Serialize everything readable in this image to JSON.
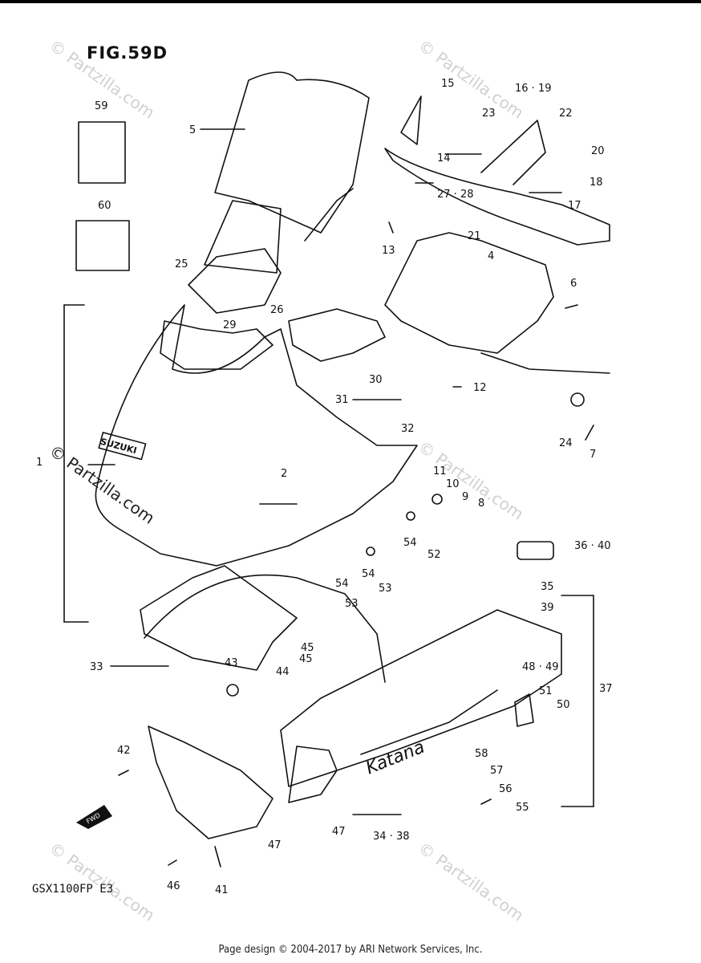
{
  "figure": {
    "title": "FIG.59D",
    "model": "GSX1100FP  E3",
    "footer": "Page design © 2004-2017 by ARI Network Services, Inc.",
    "watermark": "© Partzilla.com",
    "fwd_label": "FWD"
  },
  "callouts": [
    {
      "id": "c59",
      "label": "59"
    },
    {
      "id": "c60",
      "label": "60"
    },
    {
      "id": "c5",
      "label": "5"
    },
    {
      "id": "c15",
      "label": "15"
    },
    {
      "id": "c16_19",
      "label": "16 · 19"
    },
    {
      "id": "c23",
      "label": "23"
    },
    {
      "id": "c22",
      "label": "22"
    },
    {
      "id": "c20",
      "label": "20"
    },
    {
      "id": "c18",
      "label": "18"
    },
    {
      "id": "c14",
      "label": "14"
    },
    {
      "id": "c27_28",
      "label": "27 · 28"
    },
    {
      "id": "c17",
      "label": "17"
    },
    {
      "id": "c21",
      "label": "21"
    },
    {
      "id": "c13",
      "label": "13"
    },
    {
      "id": "c4",
      "label": "4"
    },
    {
      "id": "c6",
      "label": "6"
    },
    {
      "id": "c25",
      "label": "25"
    },
    {
      "id": "c26",
      "label": "26"
    },
    {
      "id": "c29",
      "label": "29"
    },
    {
      "id": "c12",
      "label": "12"
    },
    {
      "id": "c30",
      "label": "30"
    },
    {
      "id": "c31",
      "label": "31"
    },
    {
      "id": "c32",
      "label": "32"
    },
    {
      "id": "c24",
      "label": "24"
    },
    {
      "id": "c7",
      "label": "7"
    },
    {
      "id": "c1",
      "label": "1"
    },
    {
      "id": "c2",
      "label": "2"
    },
    {
      "id": "c11",
      "label": "11"
    },
    {
      "id": "c10",
      "label": "10"
    },
    {
      "id": "c9",
      "label": "9"
    },
    {
      "id": "c8",
      "label": "8"
    },
    {
      "id": "c54a",
      "label": "54"
    },
    {
      "id": "c52",
      "label": "52"
    },
    {
      "id": "c36_40",
      "label": "36 · 40"
    },
    {
      "id": "c54b",
      "label": "54"
    },
    {
      "id": "c53a",
      "label": "53"
    },
    {
      "id": "c54c",
      "label": "54"
    },
    {
      "id": "c53b",
      "label": "53"
    },
    {
      "id": "c35",
      "label": "35"
    },
    {
      "id": "c39",
      "label": "39"
    },
    {
      "id": "c45a",
      "label": "45"
    },
    {
      "id": "c33",
      "label": "33"
    },
    {
      "id": "c43",
      "label": "43"
    },
    {
      "id": "c44",
      "label": "44"
    },
    {
      "id": "c45b",
      "label": "45"
    },
    {
      "id": "c48_49",
      "label": "48 · 49"
    },
    {
      "id": "c37",
      "label": "37"
    },
    {
      "id": "c51",
      "label": "51"
    },
    {
      "id": "c50",
      "label": "50"
    },
    {
      "id": "c42",
      "label": "42"
    },
    {
      "id": "c58",
      "label": "58"
    },
    {
      "id": "c57",
      "label": "57"
    },
    {
      "id": "c56",
      "label": "56"
    },
    {
      "id": "c55",
      "label": "55"
    },
    {
      "id": "c47a",
      "label": "47"
    },
    {
      "id": "c47b",
      "label": "47"
    },
    {
      "id": "c34_38",
      "label": "34 · 38"
    },
    {
      "id": "c46",
      "label": "46"
    },
    {
      "id": "c41",
      "label": "41"
    }
  ],
  "decals": {
    "brand": "SUZUKI",
    "model_script": "Katana"
  }
}
